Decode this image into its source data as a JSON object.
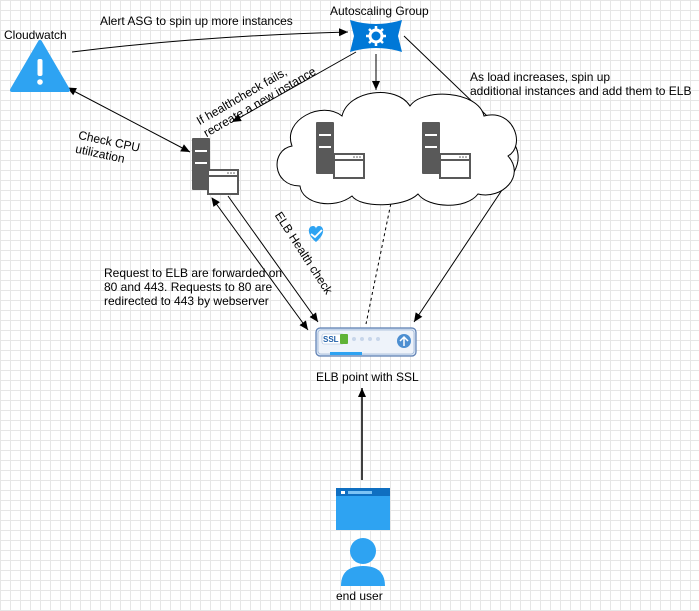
{
  "labels": {
    "cloudwatch": "Cloudwatch",
    "autoscaling_group": "Autoscaling Group",
    "alert_asg": "Alert ASG to spin up more instances",
    "healthcheck_fail_line1": "If healthcheck fails,",
    "healthcheck_fail_line2": "recreate a new instance",
    "load_increase_line1": "As load increases, spin up",
    "load_increase_line2": "additional instances and add them to ELB",
    "check_cpu": "Check CPU utilization",
    "elb_health_check": "ELB Health check",
    "request_forward": "Request to ELB are forwarded on 80 and 443. Requests to 80 are redirected to 443 by webserver",
    "elb_point": "ELB point with SSL",
    "ssl_tag": "SSL",
    "end_user": "end user"
  },
  "colors": {
    "azure_blue": "#0078d7",
    "light_blue": "#2ea3f2",
    "cloud_fill": "#ffffff",
    "server_dark": "#595959",
    "ssl_green": "#5fb336",
    "arrow": "#000000"
  },
  "icons": {
    "cloudwatch": "warning-triangle-icon",
    "autoscaling": "gear-icon",
    "server": "server-icon",
    "health": "heart-check-icon",
    "elb": "load-balancer-icon",
    "browser": "browser-window-icon",
    "user": "user-icon"
  }
}
